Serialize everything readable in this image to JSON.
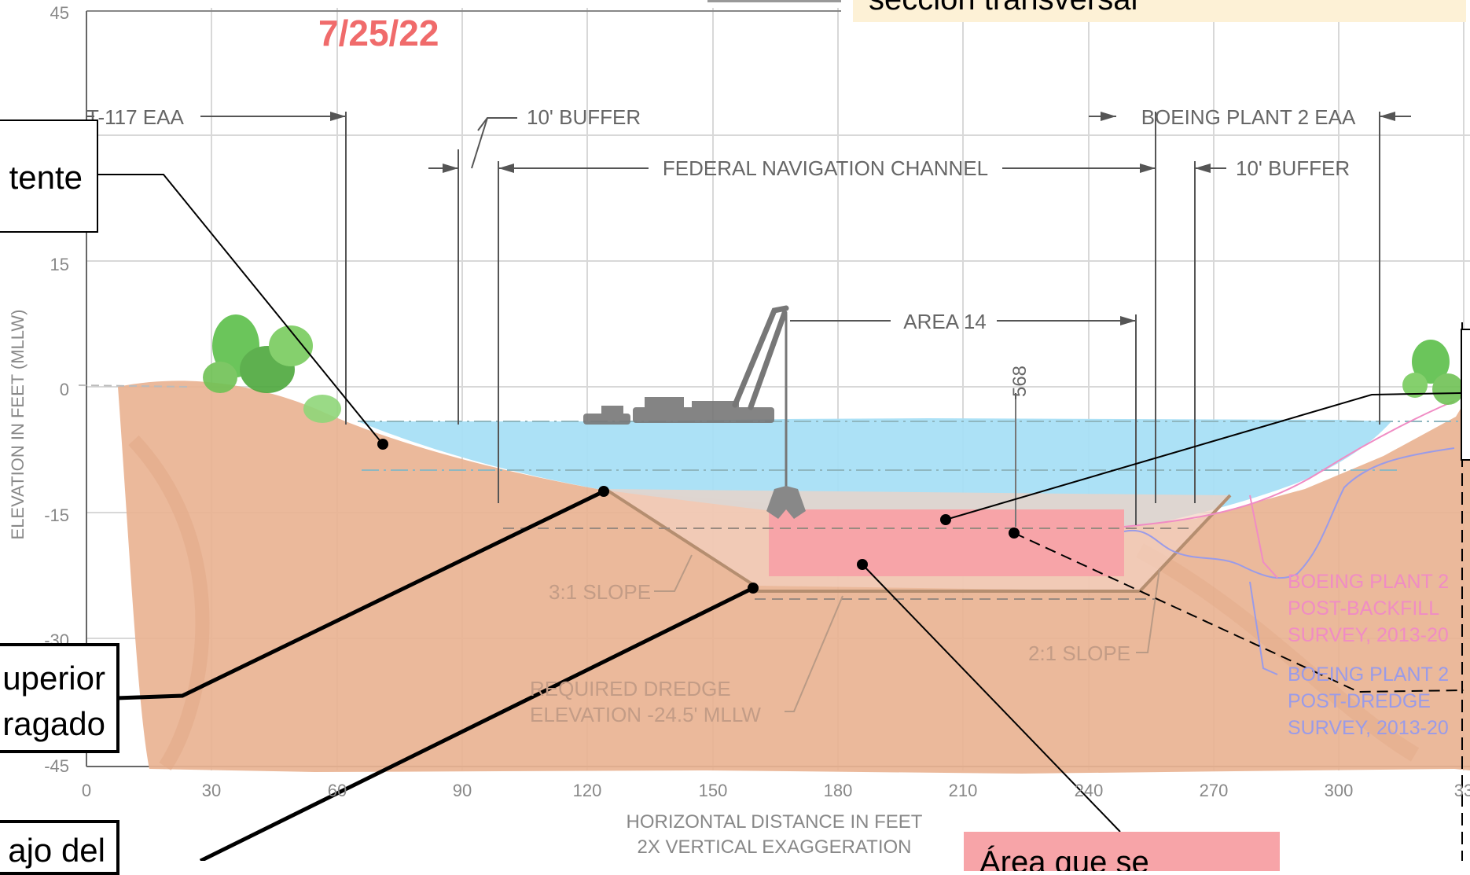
{
  "date_stamp": "7/25/22",
  "legend_fragment": "sección transversal",
  "axes": {
    "ylabel": "ELEVATION IN FEET (MLLW)",
    "xlabel": "HORIZONTAL DISTANCE IN FEET",
    "xlabel2": "2X VERTICAL EXAGGERATION",
    "y_ticks": [
      "45",
      "15",
      "0",
      "-15",
      "-30",
      "-45"
    ],
    "x_ticks": [
      "0",
      "30",
      "60",
      "90",
      "120",
      "150",
      "180",
      "210",
      "240",
      "270",
      "300",
      "33"
    ]
  },
  "dimensions": {
    "t117": "T-117 EAA",
    "buffer_left": "10' BUFFER",
    "fed_channel": "FEDERAL NAVIGATION CHANNEL",
    "boeing_eaa": "BOEING PLANT 2 EAA",
    "buffer_right": "10' BUFFER",
    "area14": "AREA 14",
    "station": "568"
  },
  "annotations": {
    "slope_31": "3:1 SLOPE",
    "slope_21": "2:1 SLOPE",
    "dredge_line1": "REQUIRED DREDGE",
    "dredge_line2": "ELEVATION -24.5' MLLW",
    "post_backfill_1": "BOEING PLANT 2",
    "post_backfill_2": "POST-BACKFILL",
    "post_backfill_3": "SURVEY, 2013-20",
    "post_dredge_1": "BOEING PLANT 2",
    "post_dredge_2": "POST-DREDGE",
    "post_dredge_3": "SURVEY, 2013-20"
  },
  "callouts": {
    "left_top": "tente",
    "left_middle_1": "uperior",
    "left_middle_2": "ragado",
    "left_bottom": "ajo del",
    "bottom_pink": "Área que se"
  },
  "colors": {
    "sediment": "#e9b393",
    "water": "#a8dff6",
    "dredge_area": "#f7a4a8",
    "date_red": "#f06b6b",
    "callout_label_bg": "#fdf1d6",
    "post_backfill": "#f08cc4",
    "post_dredge": "#9a9be8",
    "tree": "#5cbf4a"
  }
}
